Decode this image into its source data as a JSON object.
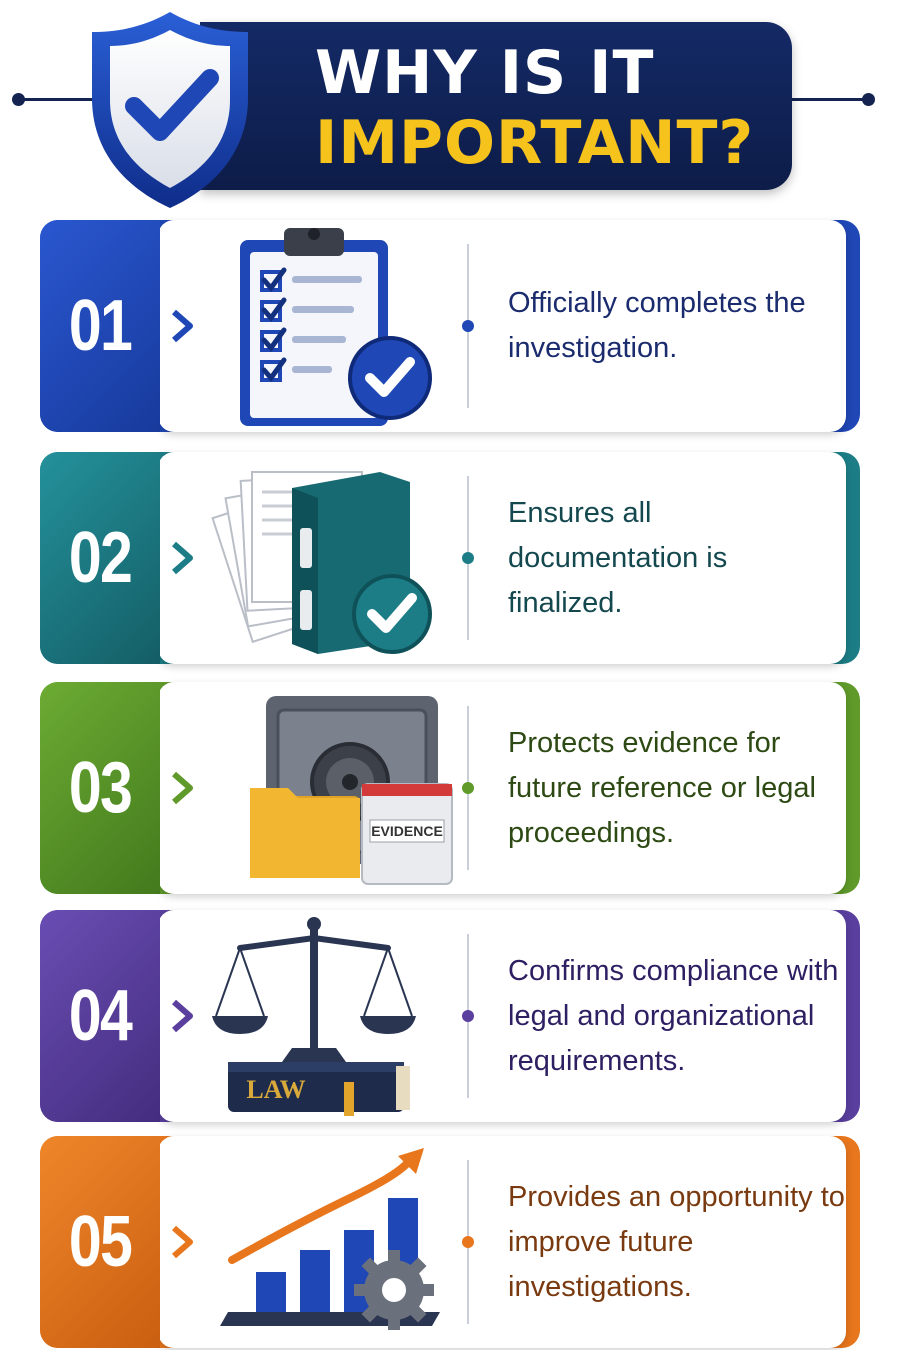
{
  "header": {
    "title_line1": "WHY IS IT",
    "title_line2": "IMPORTANT?"
  },
  "colors": {
    "navy": "#14234f",
    "title_yellow": "#f6c21c",
    "blue": "#1f47b5",
    "teal": "#1c7d86",
    "green": "#5f9a2a",
    "purple": "#5a3f9e",
    "orange": "#e8761c"
  },
  "items": [
    {
      "number": "01",
      "text": "Officially completes the investigation.",
      "icon": "clipboard-checklist-icon",
      "color": "#1f47b5",
      "text_color": "#1a2b6e"
    },
    {
      "number": "02",
      "text": "Ensures all documentation is finalized.",
      "icon": "document-binder-icon",
      "color": "#1c7d86",
      "text_color": "#14484f"
    },
    {
      "number": "03",
      "text": "Protects evidence for future reference or legal proceedings.",
      "icon": "safe-evidence-icon",
      "evidence_label": "EVIDENCE",
      "color": "#5f9a2a",
      "text_color": "#2e4a14"
    },
    {
      "number": "04",
      "text": "Confirms compliance with legal and organizational requirements.",
      "icon": "scales-law-book-icon",
      "book_label": "LAW",
      "color": "#5a3f9e",
      "text_color": "#2e1f63"
    },
    {
      "number": "05",
      "text": "Provides an opportunity to improve future investigations.",
      "icon": "growth-chart-gear-icon",
      "color": "#e8761c",
      "text_color": "#7a3a10"
    }
  ]
}
